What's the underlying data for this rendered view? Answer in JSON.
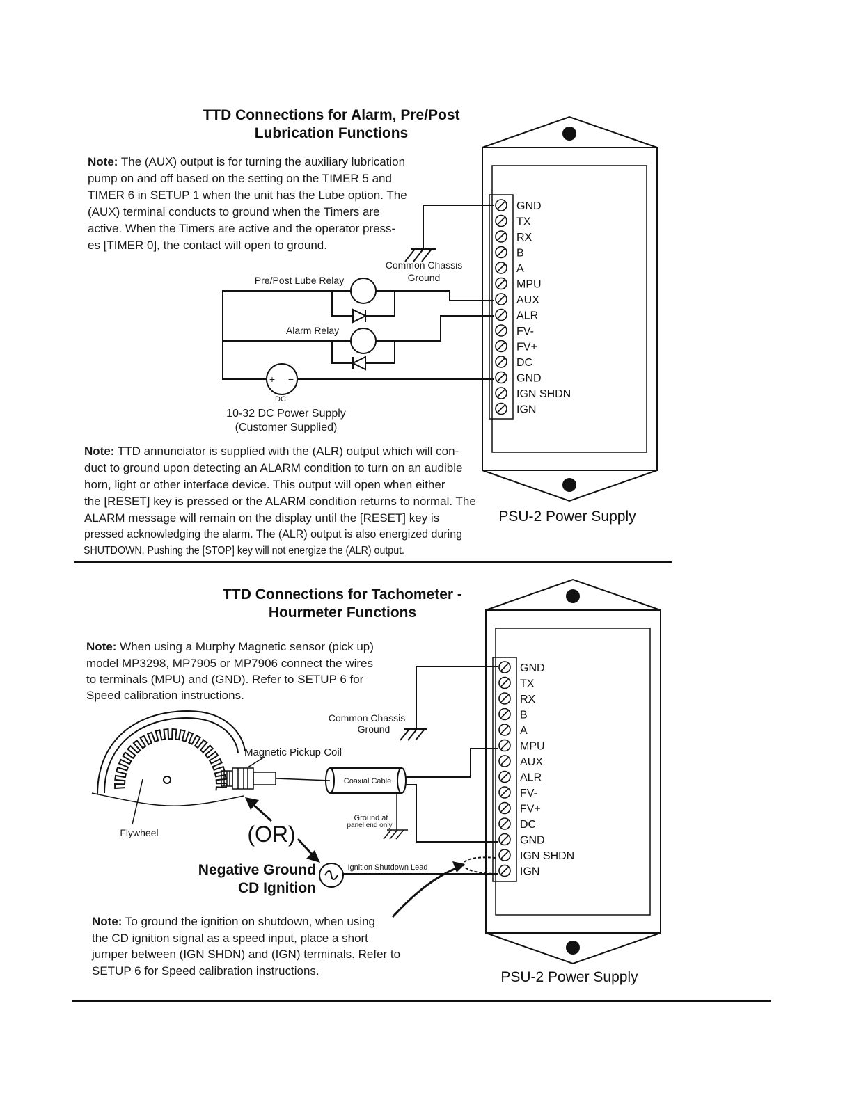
{
  "section1": {
    "title_line1": "TTD Connections for Alarm, Pre/Post",
    "title_line2": "Lubrication Functions",
    "note1": {
      "label": "Note:",
      "lines": [
        " The (AUX) output is for turning the auxiliary lubrication",
        "pump on and off based on the setting on the TIMER 5 and",
        "TIMER 6 in SETUP 1 when the unit has the Lube option. The",
        "(AUX) terminal conducts to ground when the Timers are",
        "active. When the Timers are active and the operator press-",
        "es [TIMER 0], the contact will open to ground."
      ]
    },
    "labels": {
      "common_chassis": "Common Chassis",
      "ground": "Ground",
      "prepost_relay": "Pre/Post Lube Relay",
      "alarm_relay": "Alarm Relay",
      "dc_symbol": "DC",
      "plus": "+",
      "minus": "−",
      "supply_line1": "10-32 DC Power Supply",
      "supply_line2": "(Customer Supplied)"
    },
    "note2": {
      "label": "Note:",
      "lines": [
        " TTD annunciator is supplied with the (ALR) output which will con-",
        "duct to ground upon detecting an ALARM condition to turn on an audible",
        "horn, light or other interface device. This output will open when either",
        "the [RESET] key is pressed or the ALARM condition returns to normal. The",
        "ALARM message will remain on the display until the [RESET] key is",
        "pressed acknowledging the alarm.   The (ALR) output is also energized during",
        "SHUTDOWN.  Pushing the [STOP] key will not energize the (ALR) output."
      ]
    },
    "terminals": [
      "GND",
      "TX",
      "RX",
      "B",
      "A",
      "MPU",
      "AUX",
      "ALR",
      "FV-",
      "FV+",
      "DC",
      "GND",
      "IGN SHDN",
      "IGN"
    ],
    "psu_label": "PSU-2 Power Supply"
  },
  "section2": {
    "title_line1": "TTD Connections for Tachometer -",
    "title_line2": "Hourmeter Functions",
    "note1": {
      "label": "Note:",
      "lines": [
        " When using a Murphy Magnetic sensor (pick up)",
        "model MP3298, MP7905 or MP7906 connect the wires",
        "to terminals (MPU) and (GND). Refer to SETUP 6 for",
        "Speed calibration instructions."
      ]
    },
    "labels": {
      "common_chassis": "Common Chassis",
      "ground": "Ground",
      "pickup_coil": "Magnetic Pickup Coil",
      "coaxial": "Coaxial Cable",
      "ground_at": "Ground at",
      "panel_end": "panel end only",
      "flywheel": "Flywheel",
      "or": "(OR)",
      "neg_line1": "Negative Ground",
      "neg_line2": "CD Ignition",
      "ign_lead": "Ignition Shutdown Lead"
    },
    "note2": {
      "label": "Note:",
      "lines": [
        " To ground the ignition on shutdown, when using",
        "the CD ignition signal as a speed input, place a short",
        "jumper between (IGN SHDN) and (IGN) terminals. Refer to",
        "SETUP 6 for Speed calibration instructions."
      ]
    },
    "terminals": [
      "GND",
      "TX",
      "RX",
      "B",
      "A",
      "MPU",
      "AUX",
      "ALR",
      "FV-",
      "FV+",
      "DC",
      "GND",
      "IGN SHDN",
      "IGN"
    ],
    "psu_label": "PSU-2 Power Supply"
  }
}
